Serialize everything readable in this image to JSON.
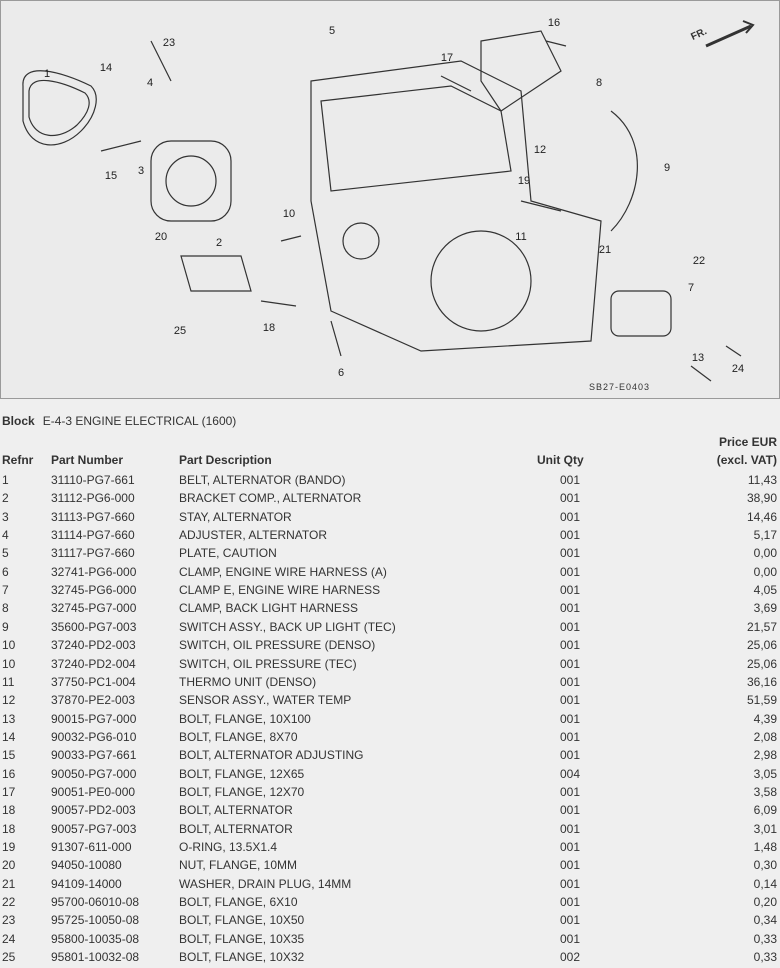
{
  "diagram": {
    "code": "SB27-E0403",
    "direction": "FR.",
    "callouts": [
      "1",
      "14",
      "23",
      "4",
      "15",
      "3",
      "5",
      "16",
      "17",
      "8",
      "12",
      "19",
      "9",
      "11",
      "10",
      "20",
      "2",
      "21",
      "22",
      "7",
      "25",
      "18",
      "6",
      "13",
      "24"
    ]
  },
  "block": {
    "label": "Block",
    "title": "E-4-3 ENGINE ELECTRICAL (1600)"
  },
  "columns": {
    "refnr": "Refnr",
    "part_number": "Part Number",
    "description": "Part Description",
    "qty": "Unit Qty",
    "price_line1": "Price EUR",
    "price_line2": "(excl. VAT)"
  },
  "rows": [
    {
      "ref": "1",
      "pn": "31110-PG7-661",
      "desc": "BELT, ALTERNATOR (BANDO)",
      "qty": "001",
      "price": "11,43"
    },
    {
      "ref": "2",
      "pn": "31112-PG6-000",
      "desc": "BRACKET COMP., ALTERNATOR",
      "qty": "001",
      "price": "38,90"
    },
    {
      "ref": "3",
      "pn": "31113-PG7-660",
      "desc": "STAY, ALTERNATOR",
      "qty": "001",
      "price": "14,46"
    },
    {
      "ref": "4",
      "pn": "31114-PG7-660",
      "desc": "ADJUSTER, ALTERNATOR",
      "qty": "001",
      "price": "5,17"
    },
    {
      "ref": "5",
      "pn": "31117-PG7-660",
      "desc": "PLATE, CAUTION",
      "qty": "001",
      "price": "0,00"
    },
    {
      "ref": "6",
      "pn": "32741-PG6-000",
      "desc": "CLAMP, ENGINE WIRE HARNESS (A)",
      "qty": "001",
      "price": "0,00"
    },
    {
      "ref": "7",
      "pn": "32745-PG6-000",
      "desc": "CLAMP E, ENGINE WIRE HARNESS",
      "qty": "001",
      "price": "4,05"
    },
    {
      "ref": "8",
      "pn": "32745-PG7-000",
      "desc": "CLAMP, BACK LIGHT HARNESS",
      "qty": "001",
      "price": "3,69"
    },
    {
      "ref": "9",
      "pn": "35600-PG7-003",
      "desc": "SWITCH ASSY., BACK UP LIGHT (TEC)",
      "qty": "001",
      "price": "21,57"
    },
    {
      "ref": "10",
      "pn": "37240-PD2-003",
      "desc": "SWITCH, OIL PRESSURE (DENSO)",
      "qty": "001",
      "price": "25,06"
    },
    {
      "ref": "10",
      "pn": "37240-PD2-004",
      "desc": "SWITCH, OIL PRESSURE (TEC)",
      "qty": "001",
      "price": "25,06"
    },
    {
      "ref": "11",
      "pn": "37750-PC1-004",
      "desc": "THERMO UNIT (DENSO)",
      "qty": "001",
      "price": "36,16"
    },
    {
      "ref": "12",
      "pn": "37870-PE2-003",
      "desc": "SENSOR ASSY., WATER TEMP",
      "qty": "001",
      "price": "51,59"
    },
    {
      "ref": "13",
      "pn": "90015-PG7-000",
      "desc": "BOLT, FLANGE, 10X100",
      "qty": "001",
      "price": "4,39"
    },
    {
      "ref": "14",
      "pn": "90032-PG6-010",
      "desc": "BOLT, FLANGE, 8X70",
      "qty": "001",
      "price": "2,08"
    },
    {
      "ref": "15",
      "pn": "90033-PG7-661",
      "desc": "BOLT, ALTERNATOR ADJUSTING",
      "qty": "001",
      "price": "2,98"
    },
    {
      "ref": "16",
      "pn": "90050-PG7-000",
      "desc": "BOLT, FLANGE, 12X65",
      "qty": "004",
      "price": "3,05"
    },
    {
      "ref": "17",
      "pn": "90051-PE0-000",
      "desc": "BOLT, FLANGE, 12X70",
      "qty": "001",
      "price": "3,58"
    },
    {
      "ref": "18",
      "pn": "90057-PD2-003",
      "desc": "BOLT, ALTERNATOR",
      "qty": "001",
      "price": "6,09"
    },
    {
      "ref": "18",
      "pn": "90057-PG7-003",
      "desc": "BOLT, ALTERNATOR",
      "qty": "001",
      "price": "3,01"
    },
    {
      "ref": "19",
      "pn": "91307-611-000",
      "desc": "O-RING, 13.5X1.4",
      "qty": "001",
      "price": "1,48"
    },
    {
      "ref": "20",
      "pn": "94050-10080",
      "desc": "NUT, FLANGE, 10MM",
      "qty": "001",
      "price": "0,30"
    },
    {
      "ref": "21",
      "pn": "94109-14000",
      "desc": "WASHER, DRAIN PLUG, 14MM",
      "qty": "001",
      "price": "0,14"
    },
    {
      "ref": "22",
      "pn": "95700-06010-08",
      "desc": "BOLT, FLANGE, 6X10",
      "qty": "001",
      "price": "0,20"
    },
    {
      "ref": "23",
      "pn": "95725-10050-08",
      "desc": "BOLT, FLANGE, 10X50",
      "qty": "001",
      "price": "0,34"
    },
    {
      "ref": "24",
      "pn": "95800-10035-08",
      "desc": "BOLT, FLANGE, 10X35",
      "qty": "001",
      "price": "0,33"
    },
    {
      "ref": "25",
      "pn": "95801-10032-08",
      "desc": "BOLT, FLANGE, 10X32",
      "qty": "002",
      "price": "0,33"
    }
  ]
}
